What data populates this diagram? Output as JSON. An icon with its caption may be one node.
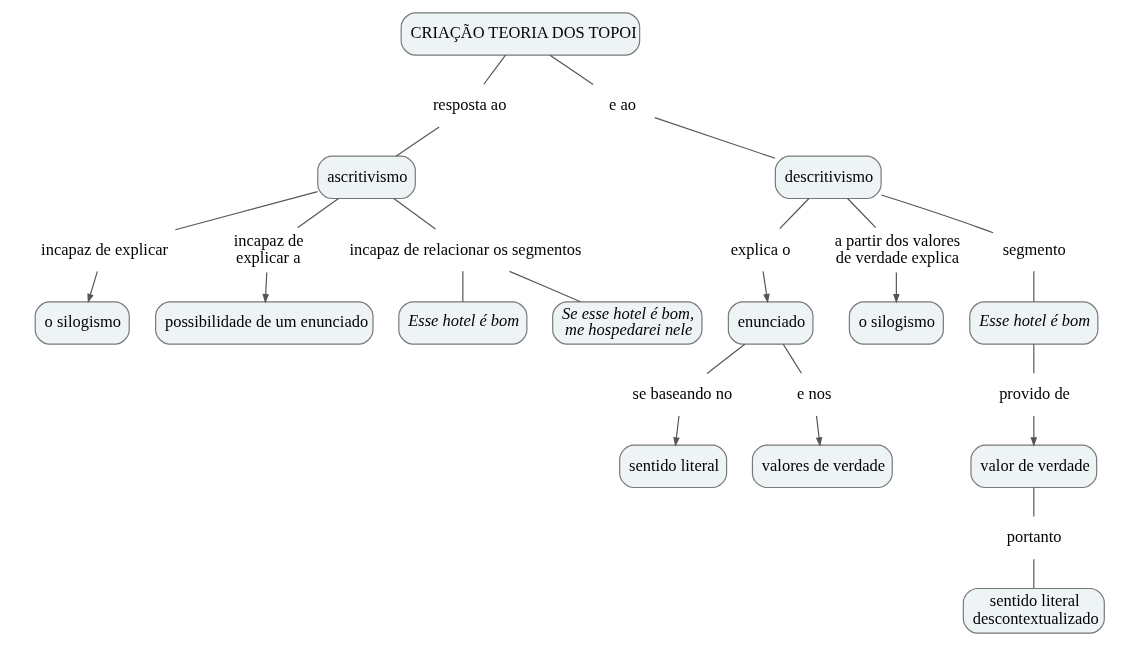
{
  "diagram": {
    "nodes": [
      {
        "text": [
          "CRIAÇÃO TEORIA DOS TOPOI"
        ]
      },
      {
        "text": [
          "resposta ao"
        ]
      },
      {
        "text": [
          "e ao"
        ]
      },
      {
        "text": [
          "ascritivismo"
        ]
      },
      {
        "text": [
          "descritivismo"
        ]
      },
      {
        "text": [
          "incapaz de explicar"
        ]
      },
      {
        "text": [
          "o silogismo"
        ]
      },
      {
        "text": [
          "incapaz de explicar a"
        ]
      },
      {
        "text": [
          "possibilidade de um enunciado"
        ]
      },
      {
        "text": [
          "incapaz de relacionar os segmentos"
        ]
      },
      {
        "text": [
          "Esse hotel é bom"
        ]
      },
      {
        "text": [
          "Se esse hotel é bom, me hospedarei nele"
        ]
      },
      {
        "text": [
          "explica o"
        ]
      },
      {
        "text": [
          "enunciado"
        ]
      },
      {
        "text": [
          "se baseando no"
        ]
      },
      {
        "text": [
          "sentido literal"
        ]
      },
      {
        "text": [
          "e nos"
        ]
      },
      {
        "text": [
          "valores de verdade"
        ]
      },
      {
        "text": [
          "a partir dos valores de verdade explica"
        ]
      },
      {
        "text": [
          "o silogismo"
        ]
      },
      {
        "text": [
          "segmento"
        ]
      },
      {
        "text": [
          "Esse hotel é bom"
        ]
      },
      {
        "text": [
          "provido de"
        ]
      },
      {
        "text": [
          "valor de verdade"
        ]
      },
      {
        "text": [
          "portanto"
        ]
      },
      {
        "text": [
          "sentido literal descontextualizado"
        ]
      }
    ],
    "edges": [
      {
        "from": 0,
        "to": 1,
        "arrow": "none"
      },
      {
        "from": 1,
        "to": 3,
        "arrow": "none"
      },
      {
        "from": 0,
        "to": 2,
        "arrow": "none"
      },
      {
        "from": 2,
        "to": 4,
        "arrow": "none"
      },
      {
        "from": 3,
        "to": 5,
        "arrow": "none"
      },
      {
        "from": 5,
        "to": 6,
        "arrow": "to"
      },
      {
        "from": 3,
        "to": 7,
        "arrow": "none"
      },
      {
        "from": 7,
        "to": 8,
        "arrow": "to"
      },
      {
        "from": 3,
        "to": 9,
        "arrow": "none"
      },
      {
        "from": 9,
        "to": 10,
        "arrow": "none"
      },
      {
        "from": 9,
        "to": 11,
        "arrow": "none"
      },
      {
        "from": 4,
        "to": 12,
        "arrow": "none"
      },
      {
        "from": 12,
        "to": 13,
        "arrow": "to"
      },
      {
        "from": 13,
        "to": 14,
        "arrow": "none"
      },
      {
        "from": 14,
        "to": 15,
        "arrow": "to"
      },
      {
        "from": 13,
        "to": 16,
        "arrow": "none"
      },
      {
        "from": 16,
        "to": 17,
        "arrow": "to"
      },
      {
        "from": 4,
        "to": 18,
        "arrow": "none"
      },
      {
        "from": 18,
        "to": 19,
        "arrow": "to"
      },
      {
        "from": 4,
        "to": 20,
        "arrow": "none"
      },
      {
        "from": 20,
        "to": 21,
        "arrow": "none"
      },
      {
        "from": 21,
        "to": 22,
        "arrow": "none"
      },
      {
        "from": 22,
        "to": 23,
        "arrow": "to"
      },
      {
        "from": 23,
        "to": 24,
        "arrow": "none"
      },
      {
        "from": 24,
        "to": 25,
        "arrow": "none"
      }
    ]
  }
}
